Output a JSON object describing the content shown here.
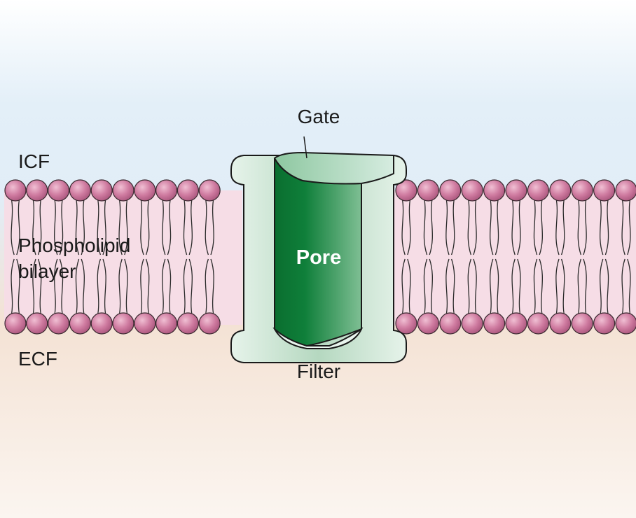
{
  "labels": {
    "icf": "ICF",
    "ecf": "ECF",
    "gate": "Gate",
    "filter": "Filter",
    "pore": "Pore",
    "membrane_line1": "Phospholipid",
    "membrane_line2": "bilayer"
  },
  "colors": {
    "icf_fluid": "#e3eff8",
    "ecf_fluid": "#f4e2d4",
    "lipid_head": "#c9729a",
    "lipid_tail": "#f3d6e0",
    "channel_light": "#cfe6d6",
    "pore_dark": "#0f7a37"
  }
}
